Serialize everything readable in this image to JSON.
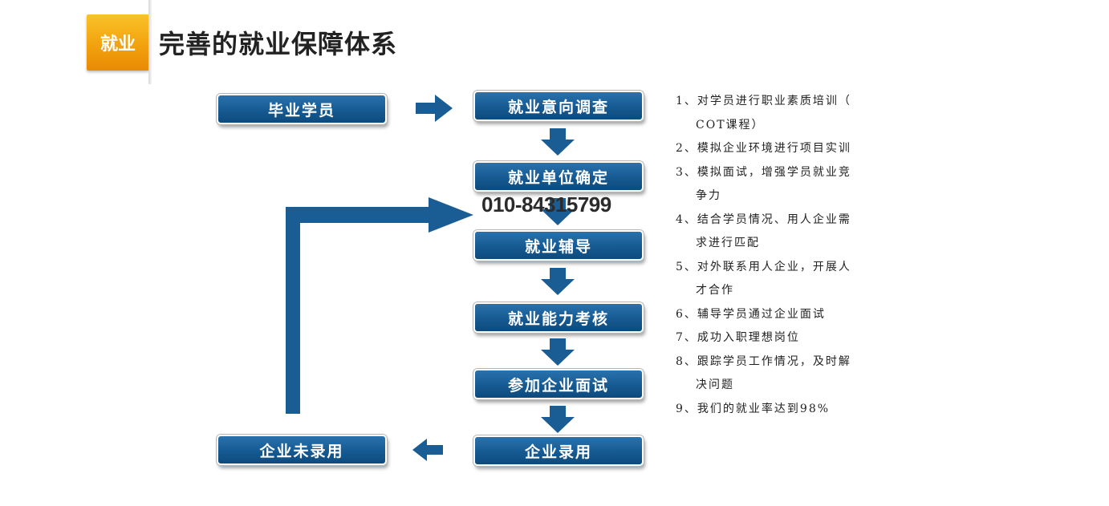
{
  "header": {
    "tag": "就业",
    "title": "完善的就业保障体系"
  },
  "flow": {
    "graduates": "毕业学员",
    "survey": "就业意向调查",
    "placement": "就业单位确定",
    "coaching": "就业辅导",
    "assessment": "就业能力考核",
    "interview": "参加企业面试",
    "hired": "企业录用",
    "not_hired": "企业未录用"
  },
  "phone": "010-84315799",
  "notes": [
    "1、对学员进行职业素质培训（",
    "COT课程）",
    "2、模拟企业环境进行项目实训",
    "3、模拟面试，增强学员就业竞",
    "争力",
    "4、结合学员情况、用人企业需",
    "求进行匹配",
    "5、对外联系用人企业，开展人",
    "才合作",
    "6、辅导学员通过企业面试",
    "7、成功入职理想岗位",
    "8、跟踪学员工作情况，及时解",
    "决问题",
    "9、我们的就业率达到98%"
  ],
  "colors": {
    "step_blue": "#165a92",
    "arrow_blue": "#1a5d94",
    "tag_orange": "#f2a20e"
  }
}
